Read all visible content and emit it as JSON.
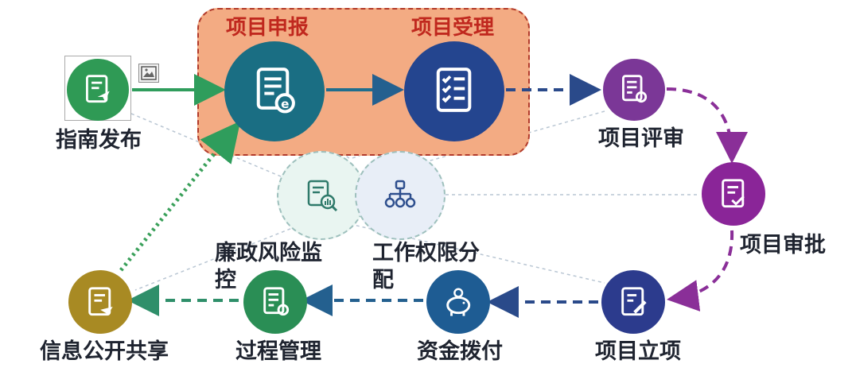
{
  "diagram": {
    "group_labels": {
      "apply": "项目申报",
      "accept": "项目受理"
    },
    "nodes": {
      "guide": "指南发布",
      "apply": "",
      "accept": "",
      "review": "项目评审",
      "approve": "项目审批",
      "establish": "项目立项",
      "funding": "资金拨付",
      "process": "过程管理",
      "disclosure": "信息公开共享",
      "risk": "廉政风险监\n控",
      "authority": "工作权限分\n配"
    },
    "colors": {
      "guide": "#2f9a55",
      "apply": "#1a6e83",
      "accept": "#24458f",
      "review": "#7b3797",
      "approve": "#8a2598",
      "establish": "#2c3b8d",
      "funding": "#1e5c93",
      "process": "#2a8e55",
      "disclosure": "#a88a23",
      "risk_bg": "#e9f5f1",
      "authority_bg": "#e8eef7",
      "group_bg": "#f3ab83",
      "arrow_green": "#2f9d5c",
      "arrow_blue": "#24608f",
      "arrow_navy": "#2a4a8a",
      "arrow_purple": "#8a2f98"
    },
    "icons": {
      "guide": "document-send-icon",
      "apply": "document-edit-icon",
      "accept": "checklist-icon",
      "review": "checklist-gear-icon",
      "approve": "document-check-icon",
      "establish": "document-pen-icon",
      "funding": "piggy-bank-icon",
      "process": "list-gear-icon",
      "disclosure": "document-share-icon",
      "risk": "chart-search-icon",
      "authority": "org-tree-icon"
    }
  }
}
